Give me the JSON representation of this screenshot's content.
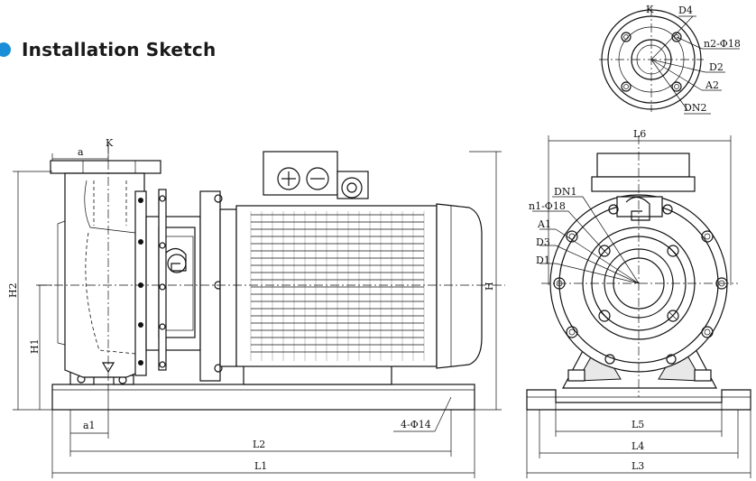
{
  "header": {
    "title": "Installation Sketch",
    "accent_color": "#1a8fd8"
  },
  "labels": {
    "a": "a",
    "K": "K",
    "H2": "H2",
    "H1": "H1",
    "H": "H",
    "a1": "a1",
    "L2": "L2",
    "L1": "L1",
    "bolts_base": "4-Φ14",
    "L6": "L6",
    "DN1": "DN1",
    "n1": "n1-Φ18",
    "A1": "A1",
    "D3": "D3",
    "D1": "D1",
    "L5": "L5",
    "L4": "L4",
    "L3": "L3",
    "flange_K": "K",
    "D4": "D4",
    "n2": "n2-Φ18",
    "D2": "D2",
    "A2": "A2",
    "DN2": "DN2"
  }
}
